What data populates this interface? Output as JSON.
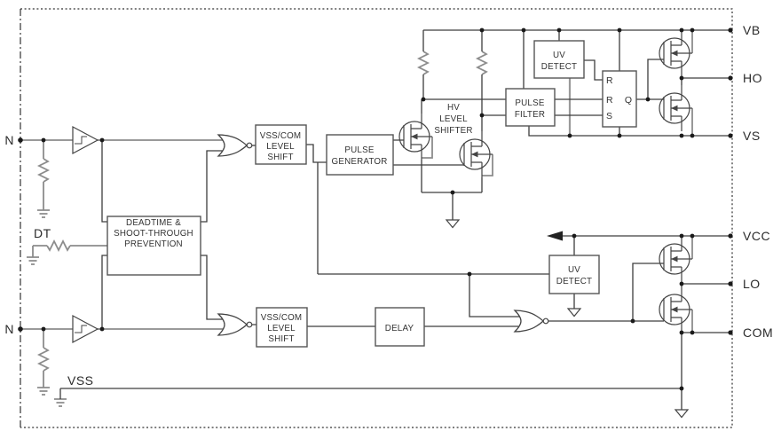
{
  "pins": {
    "hin": "N",
    "lin": "N",
    "dt": "DT",
    "vss": "VSS",
    "vb": "VB",
    "ho": "HO",
    "vs": "VS",
    "vcc": "VCC",
    "lo": "LO",
    "com": "COM"
  },
  "blocks": {
    "deadtime": {
      "lines": [
        "DEADTIME &",
        "SHOOT-THROUGH",
        "PREVENTION"
      ]
    },
    "vsscom_high": {
      "lines": [
        "VSS/COM",
        "LEVEL",
        "SHIFT"
      ]
    },
    "vsscom_low": {
      "lines": [
        "VSS/COM",
        "LEVEL",
        "SHIFT"
      ]
    },
    "pulse_generator": {
      "lines": [
        "PULSE",
        "GENERATOR"
      ]
    },
    "pulse_filter": {
      "lines": [
        "PULSE",
        "FILTER"
      ]
    },
    "uv_detect_high": {
      "lines": [
        "UV",
        "DETECT"
      ]
    },
    "uv_detect_low": {
      "lines": [
        "UV",
        "DETECT"
      ]
    },
    "delay": {
      "label": "DELAY"
    },
    "hv_level_shifter": {
      "lines": [
        "HV",
        "LEVEL",
        "SHIFTER"
      ]
    }
  },
  "latch": {
    "r1": "R",
    "r2": "R",
    "s": "S",
    "q": "Q"
  },
  "colors": {
    "wire": "#3d3d3d",
    "wire_gray": "#8c8c8c",
    "box_stroke": "#555555",
    "text": "#333333",
    "background": "#ffffff"
  }
}
